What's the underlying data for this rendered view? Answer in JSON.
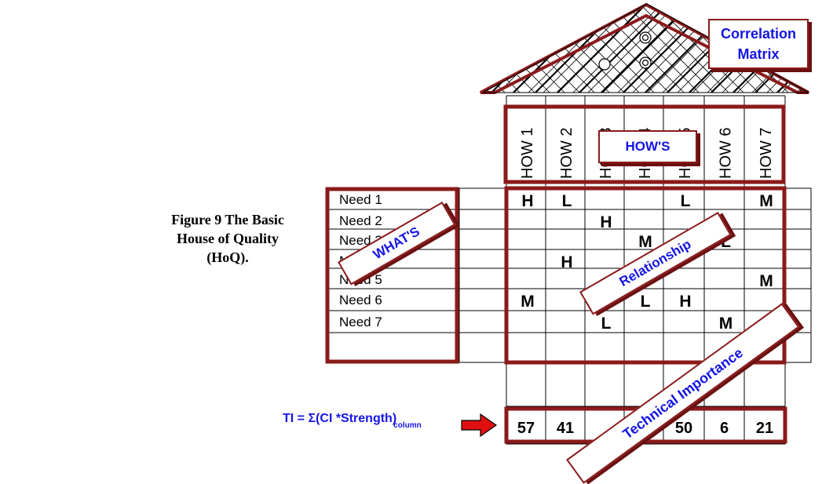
{
  "caption": "Figure 9 The Basic House of Quality (HoQ).",
  "formula": {
    "main": "TI = Σ(CI *Strength)",
    "subscript": "column"
  },
  "hows": [
    "HOW 1",
    "HOW 2",
    "HOW 3",
    "HOW 4",
    "HOW 5",
    "HOW 6",
    "HOW 7"
  ],
  "needs": [
    "Need 1",
    "Need 2",
    "Need 3",
    "Need 4",
    "Need 5",
    "Need 6",
    "Need 7"
  ],
  "relationships": [
    {
      "row": 0,
      "col": 0,
      "v": "H"
    },
    {
      "row": 0,
      "col": 1,
      "v": "L"
    },
    {
      "row": 0,
      "col": 4,
      "v": "L"
    },
    {
      "row": 0,
      "col": 6,
      "v": "M"
    },
    {
      "row": 1,
      "col": 2,
      "v": "H"
    },
    {
      "row": 2,
      "col": 3,
      "v": "M"
    },
    {
      "row": 2,
      "col": 5,
      "v": "L"
    },
    {
      "row": 3,
      "col": 1,
      "v": "H"
    },
    {
      "row": 4,
      "col": 6,
      "v": "M"
    },
    {
      "row": 5,
      "col": 0,
      "v": "M"
    },
    {
      "row": 5,
      "col": 3,
      "v": "L"
    },
    {
      "row": 5,
      "col": 4,
      "v": "H"
    },
    {
      "row": 6,
      "col": 2,
      "v": "L"
    },
    {
      "row": 6,
      "col": 5,
      "v": "M"
    }
  ],
  "technical_importance": [
    "57",
    "41",
    "",
    "",
    "50",
    "6",
    "21"
  ],
  "callouts": {
    "correlation": "Correlation Matrix",
    "hows": "HOW'S",
    "whats": "WHAT'S",
    "relationship": "Relationship",
    "technical": "Technical Importance"
  },
  "colors": {
    "frame": "#8b1a1a",
    "callout_text": "#1414e6",
    "arrow": "#e01010"
  }
}
